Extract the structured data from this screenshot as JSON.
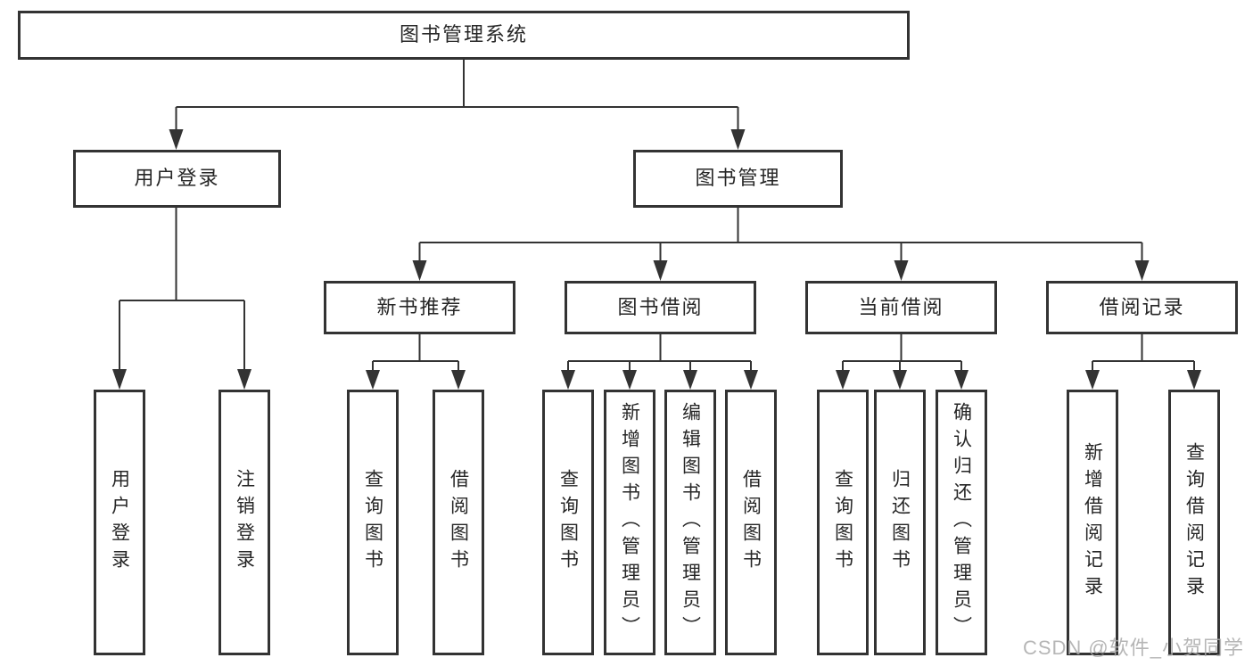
{
  "diagram_type": "hierarchy-tree",
  "tree": {
    "label": "图书管理系统",
    "children": [
      {
        "label": "用户登录",
        "children": [
          {
            "label": "用户登录"
          },
          {
            "label": "注销登录"
          }
        ]
      },
      {
        "label": "图书管理",
        "children": [
          {
            "label": "新书推荐",
            "children": [
              {
                "label": "查询图书"
              },
              {
                "label": "借阅图书"
              }
            ]
          },
          {
            "label": "图书借阅",
            "children": [
              {
                "label": "查询图书"
              },
              {
                "label": "新增图书（管理员）"
              },
              {
                "label": "编辑图书（管理员）"
              },
              {
                "label": "借阅图书"
              }
            ]
          },
          {
            "label": "当前借阅",
            "children": [
              {
                "label": "查询图书"
              },
              {
                "label": "归还图书"
              },
              {
                "label": "确认归还（管理员）"
              }
            ]
          },
          {
            "label": "借阅记录",
            "children": [
              {
                "label": "新增借阅记录"
              },
              {
                "label": "查询借阅记录"
              }
            ]
          }
        ]
      }
    ]
  },
  "watermark": "CSDN @软件_小贺同学",
  "colors": {
    "line": "#333333",
    "box_border": "#333333",
    "text": "#262626",
    "background": "#ffffff",
    "watermark": "#aaaaaa"
  }
}
